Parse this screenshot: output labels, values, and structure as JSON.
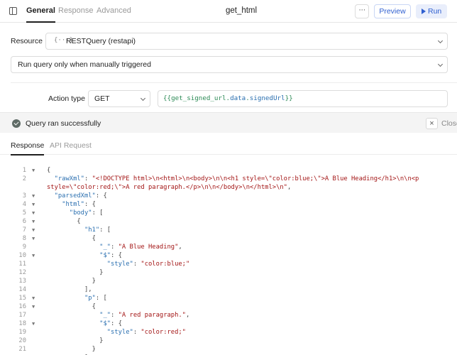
{
  "header": {
    "tabs": [
      "General",
      "Response",
      "Advanced"
    ],
    "query_name": "get_html",
    "more_label": "···",
    "preview_label": "Preview",
    "run_label": "Run"
  },
  "resource": {
    "label": "Resource",
    "icon": "{···}",
    "value": "RESTQuery (restapi)"
  },
  "trigger": {
    "value": "Run query only when manually triggered"
  },
  "action": {
    "label": "Action type",
    "method": "GET",
    "url_open": "{{",
    "url_obj": "get_signed_url",
    "url_dot1": ".",
    "url_k1": "data",
    "url_dot2": ".",
    "url_k2": "signedUrl",
    "url_close": "}}"
  },
  "status": {
    "message": "Query ran successfully",
    "close_icon": "×",
    "close_label": "Close"
  },
  "response_tabs": [
    "Response",
    "API Request"
  ],
  "code_lines": [
    {
      "n": "1",
      "fold": "▼",
      "ind": "",
      "k": "",
      "sep": "",
      "v": "",
      "tail": "{"
    },
    {
      "n": "2",
      "fold": "",
      "ind": "  ",
      "k": "\"rawXml\"",
      "sep": ": ",
      "v": "\"<!DOCTYPE html>\\n<html>\\n<body>\\n\\n<h1 style=\\\"color:blue;\\\">A Blue Heading</h1>\\n\\n<p",
      "tail": ""
    },
    {
      "n": "",
      "fold": "",
      "ind": "",
      "k": "",
      "sep": "",
      "v": "style=\\\"color:red;\\\">A red paragraph.</p>\\n\\n</body>\\n</html>\\n\"",
      "tail": ","
    },
    {
      "n": "3",
      "fold": "▼",
      "ind": "  ",
      "k": "\"parsedXml\"",
      "sep": ": ",
      "v": "",
      "tail": "{"
    },
    {
      "n": "4",
      "fold": "▼",
      "ind": "    ",
      "k": "\"html\"",
      "sep": ": ",
      "v": "",
      "tail": "{"
    },
    {
      "n": "5",
      "fold": "▼",
      "ind": "      ",
      "k": "\"body\"",
      "sep": ": ",
      "v": "",
      "tail": "["
    },
    {
      "n": "6",
      "fold": "▼",
      "ind": "        ",
      "k": "",
      "sep": "",
      "v": "",
      "tail": "{"
    },
    {
      "n": "7",
      "fold": "▼",
      "ind": "          ",
      "k": "\"h1\"",
      "sep": ": ",
      "v": "",
      "tail": "["
    },
    {
      "n": "8",
      "fold": "▼",
      "ind": "            ",
      "k": "",
      "sep": "",
      "v": "",
      "tail": "{"
    },
    {
      "n": "9",
      "fold": "",
      "ind": "              ",
      "k": "\"_\"",
      "sep": ": ",
      "v": "\"A Blue Heading\"",
      "tail": ","
    },
    {
      "n": "10",
      "fold": "▼",
      "ind": "              ",
      "k": "\"$\"",
      "sep": ": ",
      "v": "",
      "tail": "{"
    },
    {
      "n": "11",
      "fold": "",
      "ind": "                ",
      "k": "\"style\"",
      "sep": ": ",
      "v": "\"color:blue;\"",
      "tail": ""
    },
    {
      "n": "12",
      "fold": "",
      "ind": "              ",
      "k": "",
      "sep": "",
      "v": "",
      "tail": "}"
    },
    {
      "n": "13",
      "fold": "",
      "ind": "            ",
      "k": "",
      "sep": "",
      "v": "",
      "tail": "}"
    },
    {
      "n": "14",
      "fold": "",
      "ind": "          ",
      "k": "",
      "sep": "",
      "v": "",
      "tail": "],"
    },
    {
      "n": "15",
      "fold": "▼",
      "ind": "          ",
      "k": "\"p\"",
      "sep": ": ",
      "v": "",
      "tail": "["
    },
    {
      "n": "16",
      "fold": "▼",
      "ind": "            ",
      "k": "",
      "sep": "",
      "v": "",
      "tail": "{"
    },
    {
      "n": "17",
      "fold": "",
      "ind": "              ",
      "k": "\"_\"",
      "sep": ": ",
      "v": "\"A red paragraph.\"",
      "tail": ","
    },
    {
      "n": "18",
      "fold": "▼",
      "ind": "              ",
      "k": "\"$\"",
      "sep": ": ",
      "v": "",
      "tail": "{"
    },
    {
      "n": "19",
      "fold": "",
      "ind": "                ",
      "k": "\"style\"",
      "sep": ": ",
      "v": "\"color:red;\"",
      "tail": ""
    },
    {
      "n": "20",
      "fold": "",
      "ind": "              ",
      "k": "",
      "sep": "",
      "v": "",
      "tail": "}"
    },
    {
      "n": "21",
      "fold": "",
      "ind": "            ",
      "k": "",
      "sep": "",
      "v": "",
      "tail": "}"
    },
    {
      "n": "",
      "fold": "",
      "ind": "          ",
      "k": "",
      "sep": "",
      "v": "",
      "tail": "]"
    }
  ],
  "colors": {
    "accent": "#2f5fd0",
    "json_key": "#2a6fb0",
    "json_string": "#a31515",
    "template_token": "#2e8b57",
    "status_bg": "#f4f4f4"
  }
}
